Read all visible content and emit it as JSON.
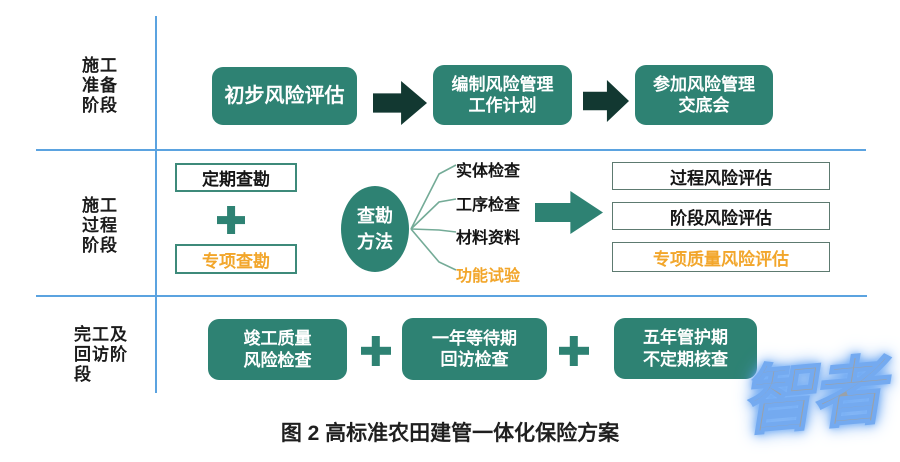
{
  "palette": {
    "teal_box": "#2e8273",
    "dark_arrow": "#123831",
    "orange_highlight": "#f2a62b",
    "grid_line_blue": "#5ba3e0",
    "white_box_border": "#3d8a7a",
    "watermark_gray": "#9aa1a8",
    "watermark_blue": "#74aaf0"
  },
  "stages": [
    {
      "id": "preparation",
      "lines": [
        "施工",
        "准备",
        "阶段"
      ]
    },
    {
      "id": "process",
      "lines": [
        "施工",
        "过程",
        "阶段"
      ]
    },
    {
      "id": "completion",
      "lines": [
        "完工及",
        "回访阶",
        "段"
      ]
    }
  ],
  "row1": {
    "boxes": [
      {
        "lines": [
          "初步风险评估"
        ]
      },
      {
        "lines": [
          "编制风险管理",
          "工作计划"
        ]
      },
      {
        "lines": [
          "参加风险管理",
          "交底会"
        ]
      }
    ]
  },
  "row2": {
    "left_boxes": [
      {
        "label": "定期查勘",
        "highlight": false
      },
      {
        "label": "专项查勘",
        "highlight": true
      }
    ],
    "circle": {
      "lines": [
        "查勘",
        "方法"
      ]
    },
    "methods": [
      {
        "label": "实体检查",
        "highlight": false
      },
      {
        "label": "工序检查",
        "highlight": false
      },
      {
        "label": "材料资料",
        "highlight": false
      },
      {
        "label": "功能试验",
        "highlight": true
      }
    ],
    "results": [
      {
        "label": "过程风险评估",
        "highlight": false
      },
      {
        "label": "阶段风险评估",
        "highlight": false
      },
      {
        "label": "专项质量风险评估",
        "highlight": true
      }
    ]
  },
  "row3": {
    "boxes": [
      {
        "lines": [
          "竣工质量",
          "风险检查"
        ]
      },
      {
        "lines": [
          "一年等待期",
          "回访检查"
        ]
      },
      {
        "lines": [
          "五年管护期",
          "不定期核查"
        ]
      }
    ]
  },
  "caption": "图 2 高标准农田建管一体化保险方案",
  "watermark": "智者"
}
